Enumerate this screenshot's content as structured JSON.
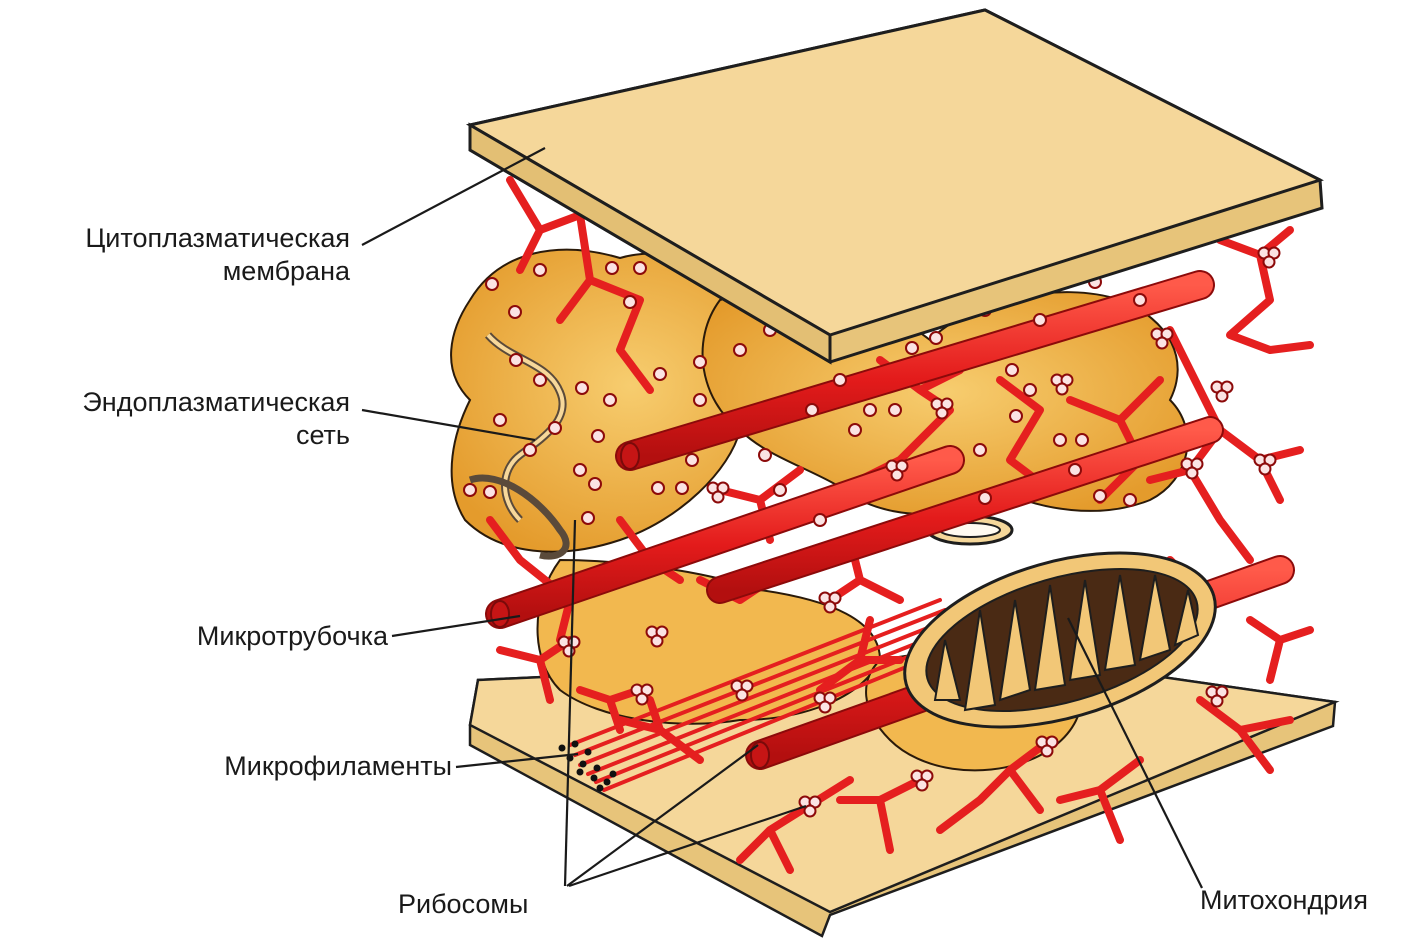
{
  "labels": {
    "membrane": [
      "Цитоплазматическая",
      "мембрана"
    ],
    "er": [
      "Эндоплазматическая",
      "сеть"
    ],
    "microtubule": "Микротрубочка",
    "microfilaments": "Микрофиламенты",
    "ribosomes": "Рибосомы",
    "mitochondria": "Митохондрия"
  },
  "colors": {
    "membrane_plate": "#f5d79a",
    "plate_edge": "#e7c47a",
    "cytoplasm": "#f0b447",
    "cytoskeleton": "#e51f1f",
    "ribosome_fill": "#fbe3e3",
    "outline": "#1e1e1e"
  }
}
